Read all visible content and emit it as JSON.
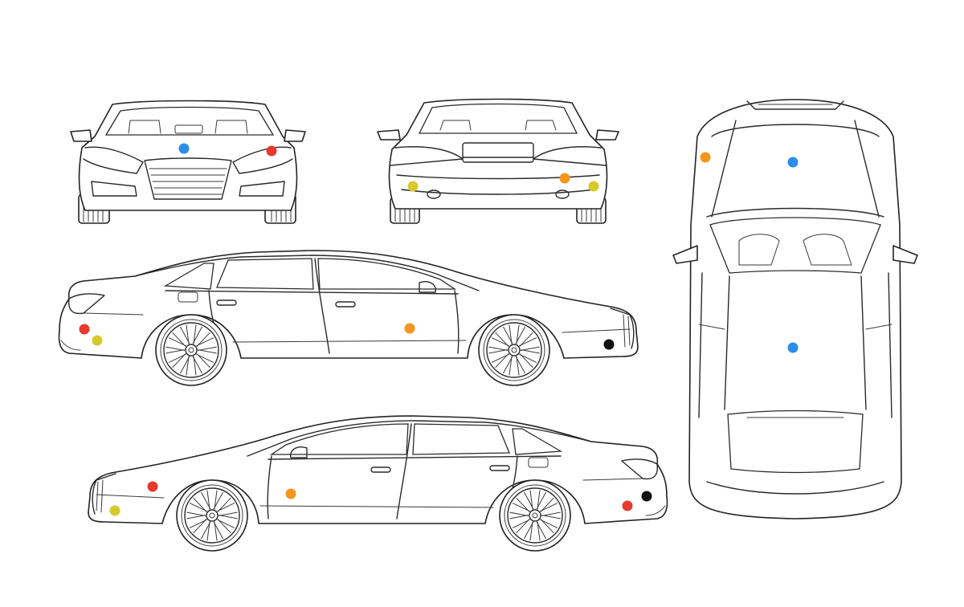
{
  "legend": {
    "colors": {
      "blue": "#2b8ee8",
      "red": "#e8392e",
      "orange": "#f5961c",
      "yellow": "#d8c92a",
      "black": "#111111"
    }
  },
  "views": [
    "front-view",
    "rear-view",
    "top-view",
    "left-side-view",
    "right-side-view"
  ],
  "markers": [
    {
      "view": "front",
      "color": "blue"
    },
    {
      "view": "front",
      "color": "red"
    },
    {
      "view": "rear",
      "color": "yellow"
    },
    {
      "view": "rear",
      "color": "orange"
    },
    {
      "view": "rear",
      "color": "yellow"
    },
    {
      "view": "top",
      "color": "orange"
    },
    {
      "view": "top",
      "color": "blue"
    },
    {
      "view": "top",
      "color": "blue"
    },
    {
      "view": "left-side",
      "color": "red"
    },
    {
      "view": "left-side",
      "color": "yellow"
    },
    {
      "view": "left-side",
      "color": "orange"
    },
    {
      "view": "left-side",
      "color": "black"
    },
    {
      "view": "right-side",
      "color": "red"
    },
    {
      "view": "right-side",
      "color": "yellow"
    },
    {
      "view": "right-side",
      "color": "orange"
    },
    {
      "view": "right-side",
      "color": "red"
    },
    {
      "view": "right-side",
      "color": "black"
    }
  ]
}
